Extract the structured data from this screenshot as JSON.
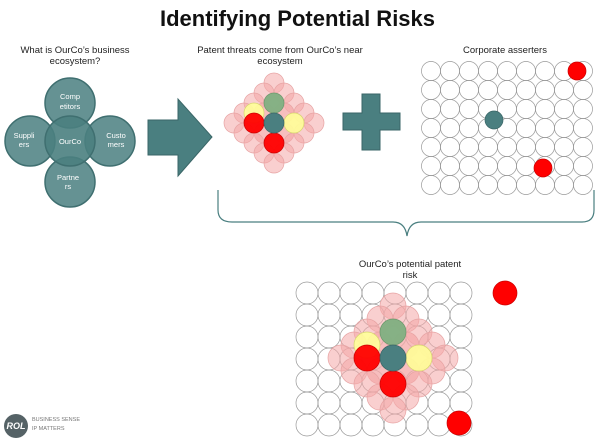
{
  "title": "Identifying Potential Risks",
  "captions": {
    "ecosystem": [
      "What is OurCo’s business",
      "ecosystem?"
    ],
    "near": [
      "Patent threats come from OurCo’s near",
      "ecosystem"
    ],
    "corporate": [
      "Corporate asserters"
    ],
    "risk": [
      "OurCo’s potential patent",
      "risk"
    ]
  },
  "ecosystem": {
    "competitors": [
      "Comp",
      "etitors"
    ],
    "suppliers": [
      "Suppli",
      "ers"
    ],
    "center": [
      "OurCo"
    ],
    "customers": [
      "Custo",
      "mers"
    ],
    "partners": [
      "Partne",
      "rs"
    ]
  },
  "logo": {
    "badge": "ROL",
    "line1": "BUSINESS SENSE",
    "line2": "IP MATTERS"
  },
  "colors": {
    "teal": "#4a7f80",
    "teal_light": "#6e9a9b",
    "red": "#ff0000",
    "red_faint": "#f4a8a8",
    "yellow": "#ffff99",
    "green": "#7fb082",
    "grid_stroke": "#9a9a9a"
  }
}
